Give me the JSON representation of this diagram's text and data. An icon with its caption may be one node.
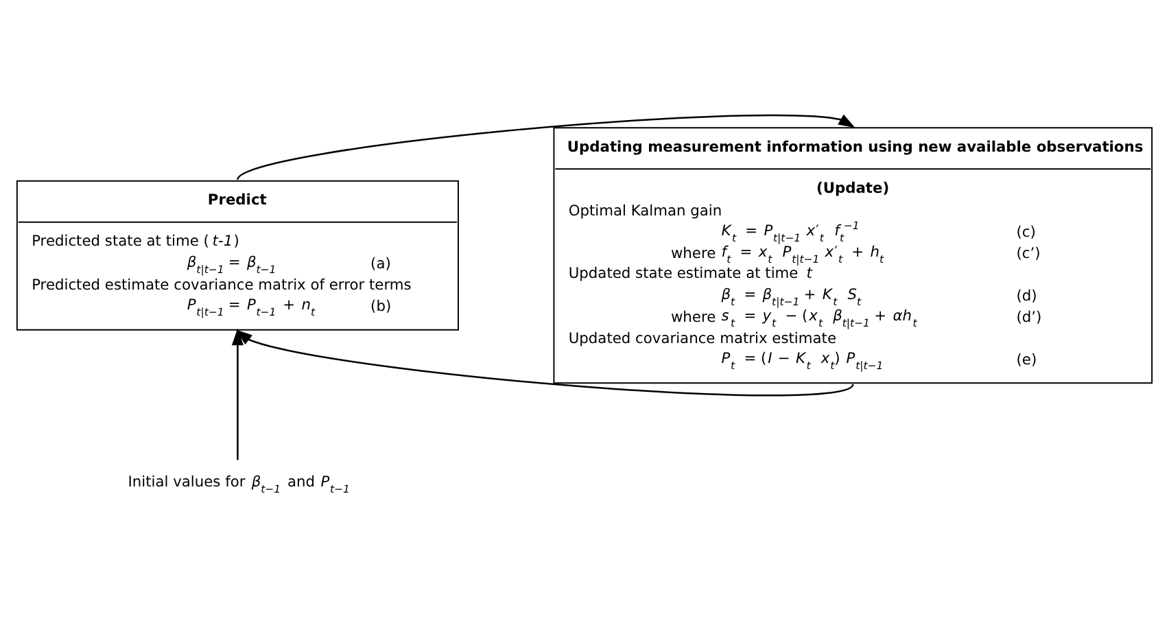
{
  "diagram": {
    "nodes": [
      {
        "text": [
          "Predict",
          "Predicted state at time (*t-1*)",
          "*β*$_{t|t−1}$ = *β*$_{t−1}$",
          "(a)",
          "Predicted estimate covariance matrix of error terms",
          "*P*$_{t|t−1}$ = *P*$_{t−1}$ + *n*$_{t}$",
          "(b)"
        ]
      },
      {
        "text": [
          "Updating measurement information using new available observations",
          "(Update)",
          "Optimal Kalman gain",
          "*K*$_{t}$ = *P*$_{t|t−1}$ *x*′$_{t}$ *f*$_{t}$$^{−1}$",
          "(c)",
          "where",
          "*f*$_{t}$ = *x*$_{t}$ *P*$_{t|t−1}$ *x*′$_{t}$ + *h*$_{t}$",
          "(c’)",
          "Updated state estimate at time *t*",
          "*β*$_{t}$ = *β*$_{t|t−1}$ + *K*$_{t}$ *S*$_{t}$",
          "(d)",
          "where",
          "*s*$_{t}$ = *y*$_{t}$ − (*x*$_{t}$ *β*$_{t|t−1}$ + *αh*$_{t}$",
          "(d’)",
          "Updated covariance matrix estimate",
          "*P*$_{t}$ = (*I* − *K*$_{t}$ *x*$_{t}$) *P*$_{t|t−1}$",
          "(e)"
        ]
      },
      {
        "text": [
          "Initial values for *β*$_{t−1}$ and *P*$_{t−1}$"
        ]
      }
    ],
    "edges": [
      {
        "from": 0,
        "to": 1,
        "arrow": "to"
      },
      {
        "from": 1,
        "to": 0,
        "arrow": "to"
      },
      {
        "from": 2,
        "to": 0,
        "arrow": "to"
      }
    ]
  }
}
